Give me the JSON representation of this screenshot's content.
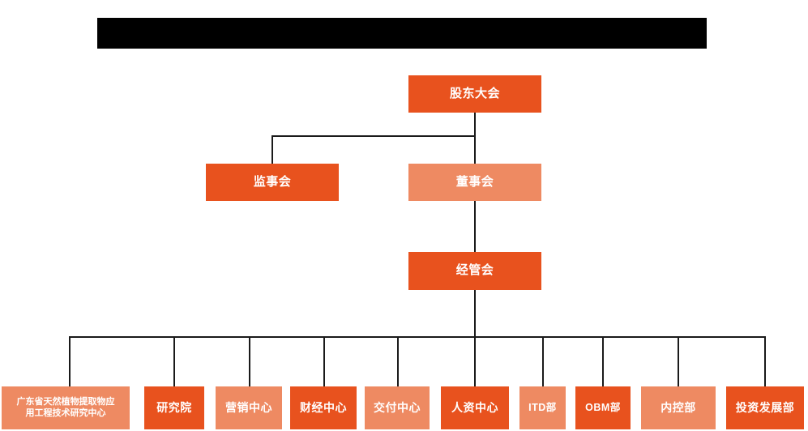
{
  "chart_title_banner": {
    "name": "redacted-title-bar",
    "text": "",
    "color": "#000000"
  },
  "palette": {
    "dark_orange": "#e8521e",
    "light_orange": "#ee8a62",
    "line_color": "#1a1a1a",
    "background": "#ffffff",
    "text_color": "#ffffff"
  },
  "org": {
    "level1": [
      {
        "id": "shareholders-meeting",
        "label": "股东大会",
        "tone": "dark"
      }
    ],
    "level2": [
      {
        "id": "board-of-supervisors",
        "label": "监事会",
        "tone": "dark"
      },
      {
        "id": "board-of-directors",
        "label": "董事会",
        "tone": "light"
      }
    ],
    "level3": [
      {
        "id": "management-committee",
        "label": "经管会",
        "tone": "dark"
      }
    ],
    "level4": [
      {
        "id": "guangdong-research-center",
        "label_line1": "广东省天然植物提取物应",
        "label_line2": "用工程技术研究中心",
        "tone": "light"
      },
      {
        "id": "research-institute",
        "label": "研究院",
        "tone": "dark"
      },
      {
        "id": "marketing-center",
        "label": "营销中心",
        "tone": "light"
      },
      {
        "id": "finance-center",
        "label": "财经中心",
        "tone": "dark"
      },
      {
        "id": "delivery-center",
        "label": "交付中心",
        "tone": "light"
      },
      {
        "id": "hr-center",
        "label": "人资中心",
        "tone": "dark"
      },
      {
        "id": "itd-department",
        "label": "ITD部",
        "tone": "light"
      },
      {
        "id": "obm-department",
        "label": "OBM部",
        "tone": "dark"
      },
      {
        "id": "internal-control-department",
        "label": "内控部",
        "tone": "light"
      },
      {
        "id": "investment-development-department",
        "label": "投资发展部",
        "tone": "dark"
      }
    ]
  }
}
